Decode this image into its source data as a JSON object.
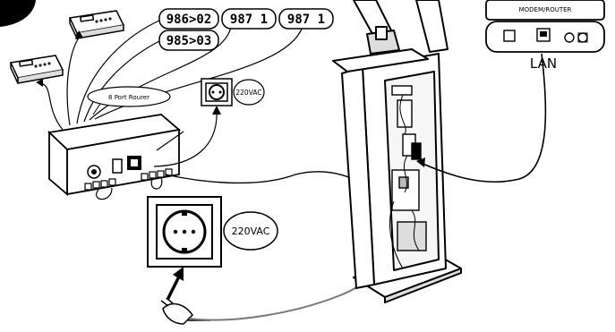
{
  "router_box_label": "8 Port Rourer",
  "display_readouts": {
    "d1": "986>02",
    "d2": "985>03",
    "d3": "987 1",
    "d4": "987 1"
  },
  "power_labels": {
    "small_outlet": "220VAC",
    "large_outlet": "220VAC"
  },
  "modem": {
    "title": "MODEM/ROUTER",
    "port_label": "LAN"
  }
}
